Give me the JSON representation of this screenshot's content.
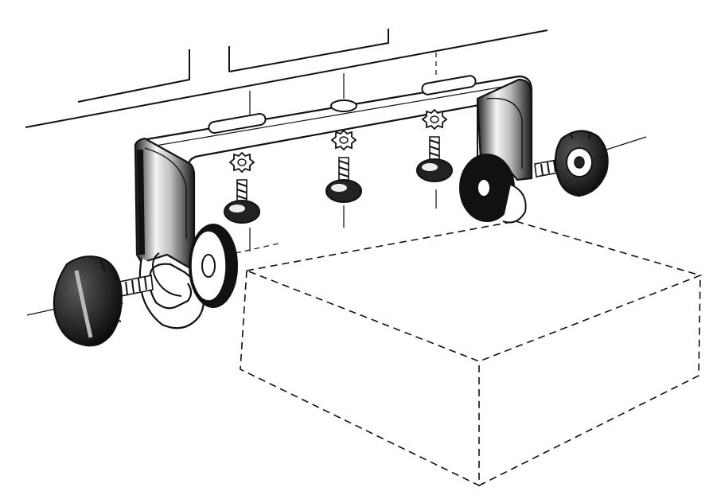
{
  "diagram": {
    "colors": {
      "ink": "#111111",
      "paper": "#ffffff",
      "shade": "#2a2a2a",
      "highlight": "#e8e8e8"
    },
    "parts": [
      "mounting-bracket",
      "knob-left",
      "knob-right",
      "washer-left",
      "washer-right",
      "screw-left",
      "screw-center",
      "screw-right",
      "lock-washer-left",
      "lock-washer-center",
      "lock-washer-right",
      "device-outline"
    ]
  }
}
